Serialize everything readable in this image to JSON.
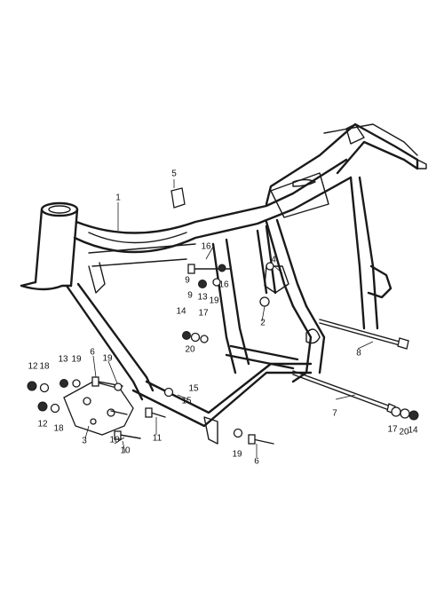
{
  "callouts": [
    {
      "id": "c1",
      "text": "1"
    },
    {
      "id": "c2",
      "text": "2"
    },
    {
      "id": "c3",
      "text": "3"
    },
    {
      "id": "c4",
      "text": "4"
    },
    {
      "id": "c5",
      "text": "5"
    },
    {
      "id": "c6a",
      "text": "6"
    },
    {
      "id": "c6b",
      "text": "6"
    },
    {
      "id": "c7",
      "text": "7"
    },
    {
      "id": "c8",
      "text": "8"
    },
    {
      "id": "c9a",
      "text": "9"
    },
    {
      "id": "c9b",
      "text": "9"
    },
    {
      "id": "c10a",
      "text": "10"
    },
    {
      "id": "c10b",
      "text": "10"
    },
    {
      "id": "c11",
      "text": "11"
    },
    {
      "id": "c12a",
      "text": "12"
    },
    {
      "id": "c12b",
      "text": "12"
    },
    {
      "id": "c13a",
      "text": "13"
    },
    {
      "id": "c13b",
      "text": "13"
    },
    {
      "id": "c14a",
      "text": "14"
    },
    {
      "id": "c14b",
      "text": "14"
    },
    {
      "id": "c15a",
      "text": "15"
    },
    {
      "id": "c15b",
      "text": "15"
    },
    {
      "id": "c16a",
      "text": "16"
    },
    {
      "id": "c16b",
      "text": "16"
    },
    {
      "id": "c17a",
      "text": "17"
    },
    {
      "id": "c17b",
      "text": "17"
    },
    {
      "id": "c18a",
      "text": "18"
    },
    {
      "id": "c18b",
      "text": "18"
    },
    {
      "id": "c19a",
      "text": "19"
    },
    {
      "id": "c19b",
      "text": "19"
    },
    {
      "id": "c19c",
      "text": "19"
    },
    {
      "id": "c19d",
      "text": "19"
    },
    {
      "id": "c20a",
      "text": "20"
    },
    {
      "id": "c20b",
      "text": "20"
    }
  ]
}
